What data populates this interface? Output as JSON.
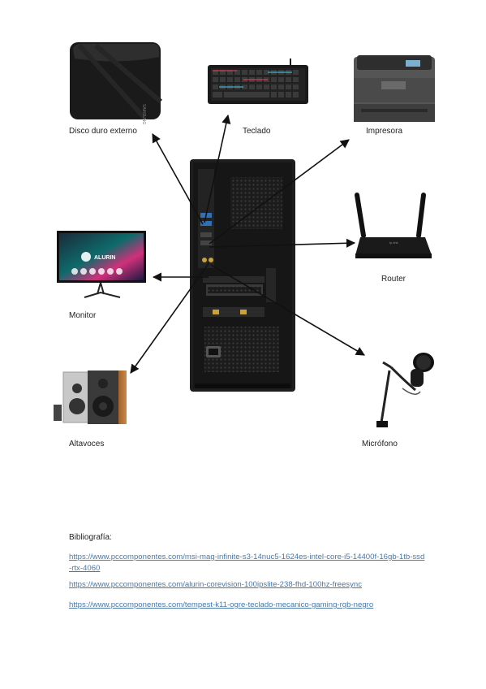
{
  "labels": {
    "disk": "Disco duro externo",
    "keyboard": "Teclado",
    "printer": "Impresora",
    "router": "Router",
    "monitor": "Monitor",
    "speakers": "Altavoces",
    "microphone": "Micrófono"
  },
  "images": {
    "disk_brand": "SAMSUNG",
    "monitor_brand": "ALURIN",
    "router_brand": "tp-link"
  },
  "bibliography": {
    "title": "Bibliografía:",
    "links": [
      "https://www.pccomponentes.com/msi-mag-infinite-s3-14nuc5-1624es-intel-core-i5-14400f-16gb-1tb-ssd-rtx-4060",
      "https://www.pccomponentes.com/alurin-corevision-100ipslite-238-fhd-100hz-freesync",
      "https://www.pccomponentes.com/tempest-k11-ogre-teclado-mecanico-gaming-rgb-negro"
    ]
  },
  "colors": {
    "link": "#4a78a8",
    "arrow": "#111111"
  }
}
